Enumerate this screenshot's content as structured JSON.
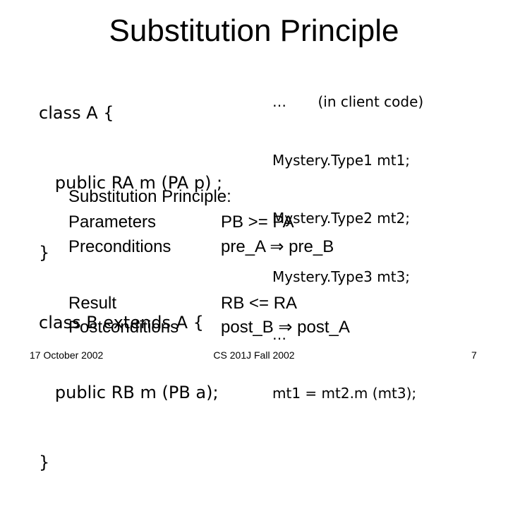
{
  "title": "Substitution Principle",
  "code_left": [
    "class A {",
    "   public RA m (PA p) ;",
    "}",
    "class B extends A {",
    "   public RB m (PB a);",
    "}"
  ],
  "code_right": [
    "…       (in client code)",
    "Mystery.Type1 mt1;",
    "Mystery.Type2 mt2;",
    "Mystery.Type3 mt3;",
    "…",
    "mt1 = mt2.m (mt3);"
  ],
  "principle": {
    "heading": "Substitution Principle:",
    "rows": [
      {
        "label": "Parameters",
        "value": "PB >= PA"
      },
      {
        "label": "Preconditions",
        "value": "pre_A ⇒ pre_B"
      },
      {
        "label": "Result",
        "value": "RB <= RA"
      },
      {
        "label": "Postconditions",
        "value": "post_B ⇒ post_A"
      }
    ]
  },
  "footer": {
    "date": "17 October 2002",
    "course": "CS 201J Fall 2002",
    "page": "7"
  }
}
